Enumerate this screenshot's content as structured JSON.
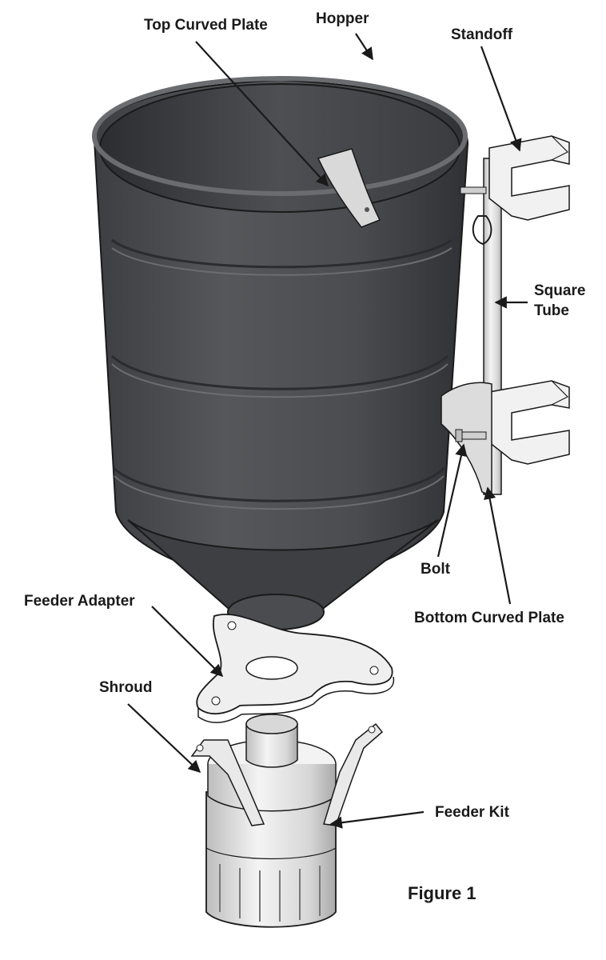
{
  "labels": {
    "top_curved_plate": "Top Curved Plate",
    "hopper": "Hopper",
    "standoff": "Standoff",
    "square_tube_line1": "Square",
    "square_tube_line2": "Tube",
    "bolt": "Bolt",
    "bottom_curved_plate": "Bottom Curved Plate",
    "feeder_adapter": "Feeder Adapter",
    "shroud": "Shroud",
    "feeder_kit": "Feeder Kit"
  },
  "caption": "Figure 1",
  "colors": {
    "hopper_body": "#4b4d50",
    "hopper_dark": "#2e3033",
    "metal_light": "#ececec",
    "outline": "#1a1a1a"
  }
}
